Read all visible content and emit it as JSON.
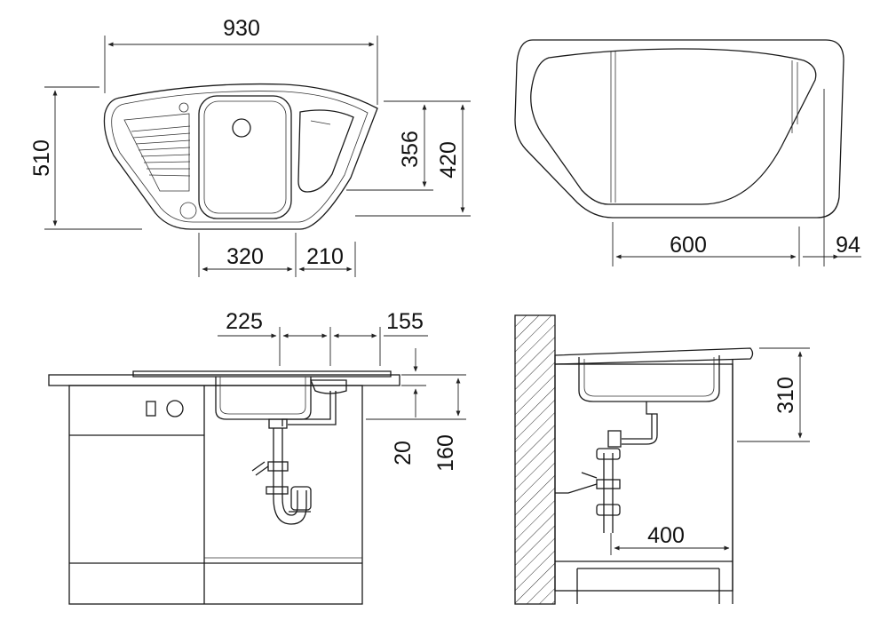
{
  "dimensions": {
    "top_width": "930",
    "top_depth": "510",
    "bowl_depth_inner": "356",
    "bowl_depth_outer": "420",
    "bowl_width": "320",
    "side_bowl_width": "210",
    "cutout_width": "600",
    "cutout_offset": "94",
    "drain_offset_left": "225",
    "drain_offset_right": "155",
    "worktop_overhang": "20",
    "bowl_height": "160",
    "side_depth": "310",
    "cabinet_depth": "400"
  },
  "colors": {
    "stroke": "#1a1a1a",
    "background": "#ffffff"
  }
}
